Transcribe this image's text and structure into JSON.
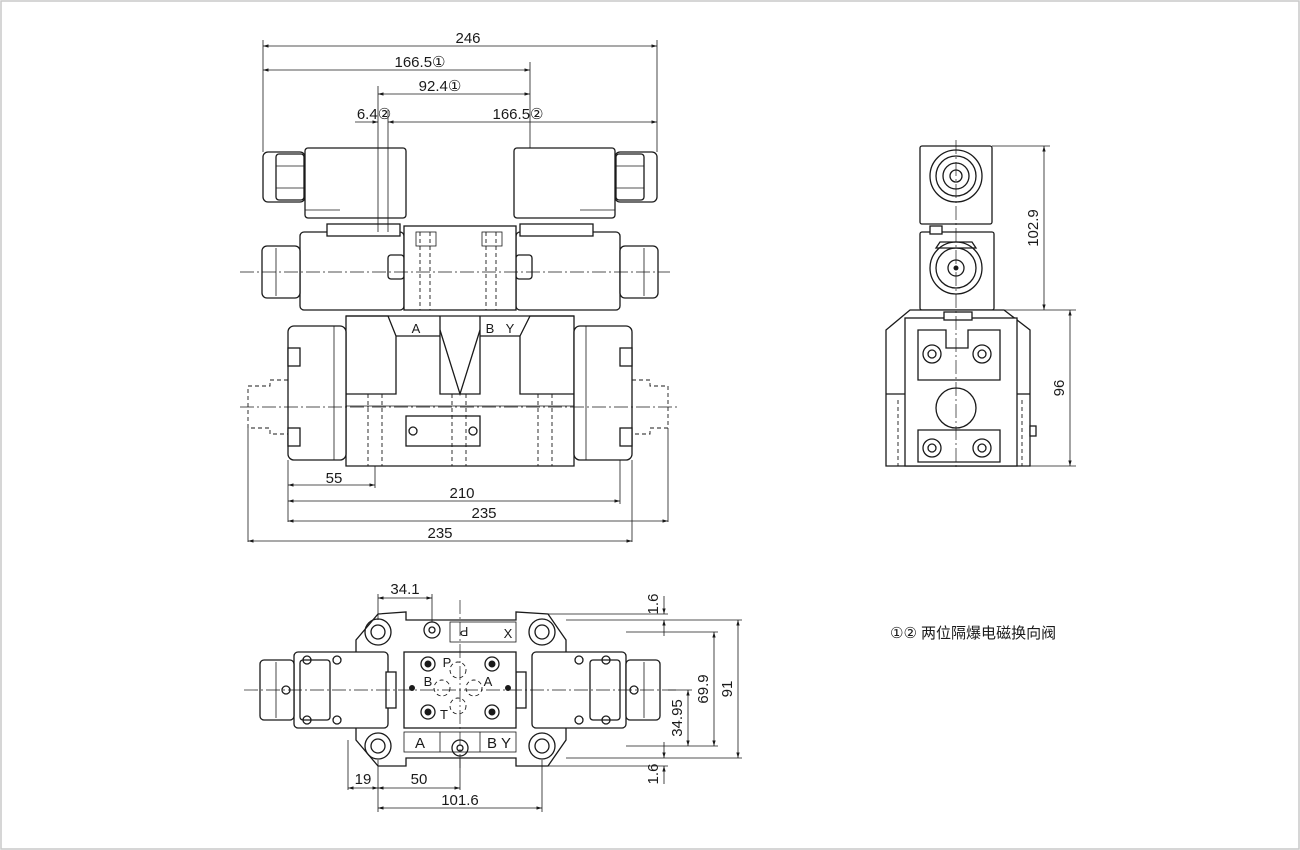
{
  "dims": {
    "front_top_overall": "246",
    "front_top_1": "166.5①",
    "front_top_2": "92.4①",
    "front_left_offset": "6.4②",
    "front_top_3": "166.5②",
    "front_bottom_55": "55",
    "front_bottom_210": "210",
    "front_bottom_235a": "235",
    "front_bottom_235b": "235",
    "side_solenoid_height": "102.9",
    "side_body_height": "96",
    "plan_top_offset": "34.1",
    "plan_clearance_top": "1.6",
    "plan_clearance_bottom": "1.6",
    "plan_center": "34.95",
    "plan_height_mid": "69.9",
    "plan_height_overall": "91",
    "plan_bottom_19": "19",
    "plan_bottom_50": "50",
    "plan_bottom_101": "101.6"
  },
  "port_labels": {
    "front_a": "A",
    "front_b": "B",
    "front_y": "Y",
    "plan_p_top": "P",
    "plan_x": "X",
    "plan_p": "P",
    "plan_b": "B",
    "plan_a": "A",
    "plan_t": "T",
    "plan_a_bottom": "A",
    "plan_by": "B Y"
  },
  "legend": {
    "note": "①② 两位隔爆电磁换向阀"
  }
}
